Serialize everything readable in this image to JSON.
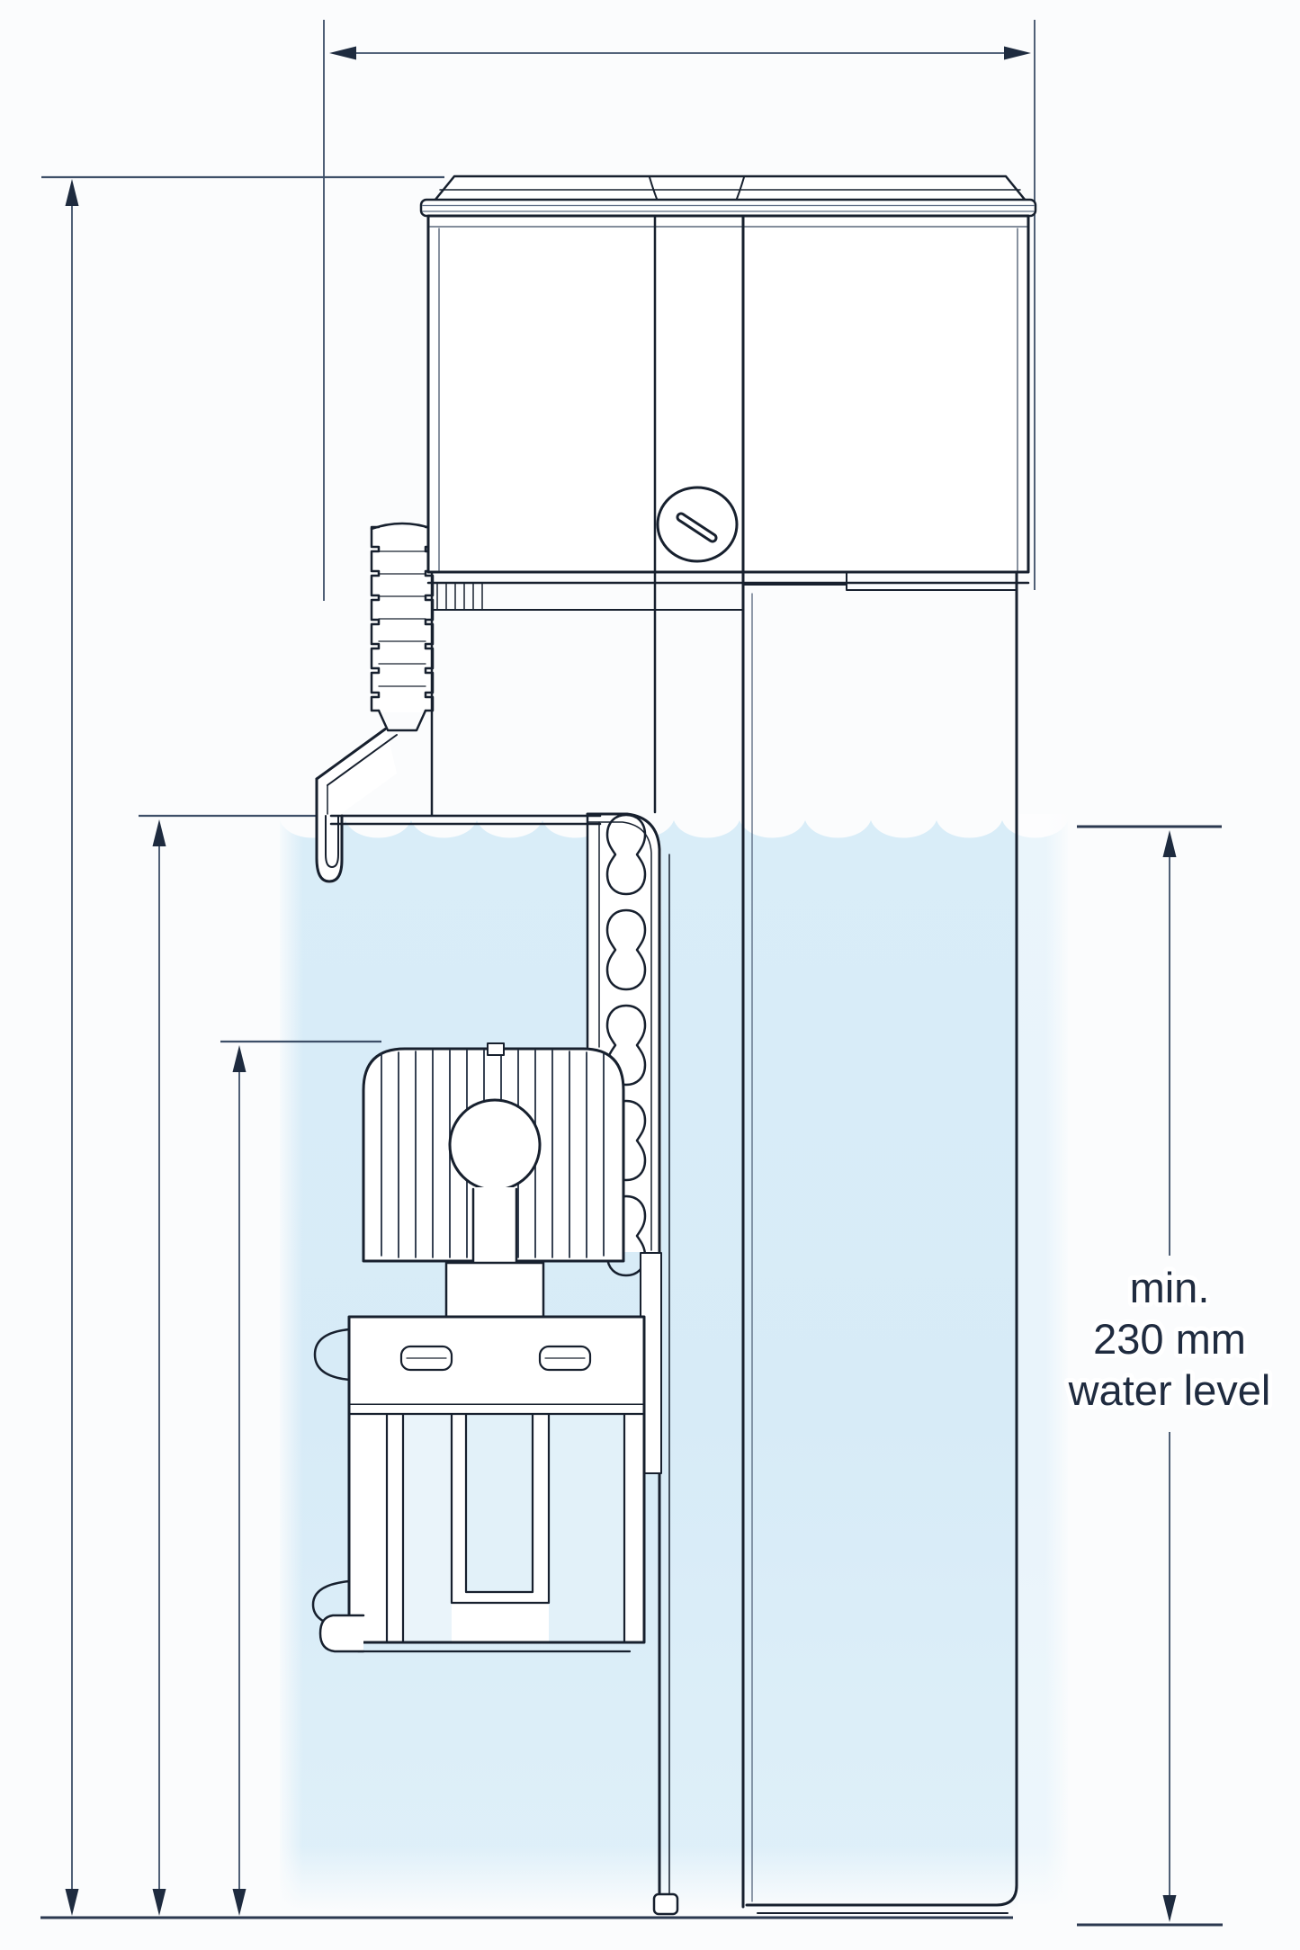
{
  "diagram": {
    "type": "technical-dimension-drawing",
    "subject": "protein-skimmer-hang-on-aquarium",
    "water_level_annotation": {
      "line1": "min.",
      "line2": "230 mm",
      "line3": "water level"
    }
  },
  "colors": {
    "outline": "#17202e",
    "dimension_line": "#3d4f68",
    "dimension_heavy": "#2b3950",
    "water_fill": "#d7ebf7",
    "annotation_text": "#1f2b3f",
    "background": "#fbfcfd"
  }
}
